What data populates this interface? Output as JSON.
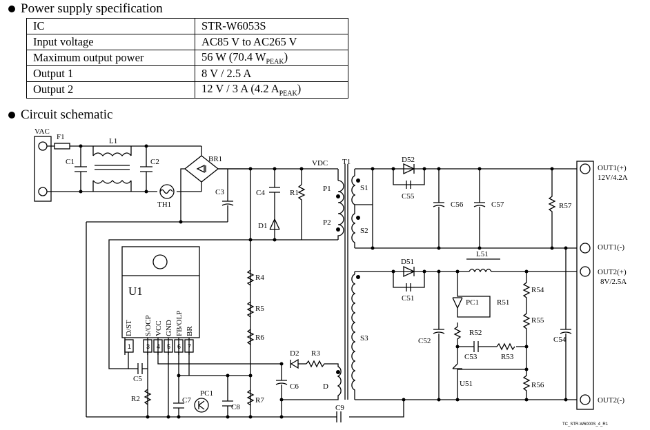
{
  "section_spec": "Power supply specification",
  "section_schematic": "Circuit schematic",
  "spec_rows": [
    {
      "key": "IC",
      "val": "STR-W6053S",
      "sub": ""
    },
    {
      "key": "Input voltage",
      "val": "AC85 V to AC265 V",
      "sub": ""
    },
    {
      "key": "Maximum output power",
      "val": "56 W (70.4 W",
      "sub": "PEAK",
      "tail": ")"
    },
    {
      "key": "Output 1",
      "val": "8 V / 2.5 A",
      "sub": ""
    },
    {
      "key": "Output 2",
      "val": "12 V / 3 A (4.2 A",
      "sub": "PEAK",
      "tail": ")"
    }
  ],
  "labels": {
    "vac": "VAC",
    "f1": "F1",
    "l1": "L1",
    "c1": "C1",
    "c2": "C2",
    "br1": "BR1",
    "th1": "TH1",
    "c3": "C3",
    "vdc": "VDC",
    "t1": "T1",
    "c4": "C4",
    "r1": "R1",
    "d1": "D1",
    "p1": "P1",
    "p2": "P2",
    "s1": "S1",
    "s2": "S2",
    "s3": "S3",
    "d52": "D52",
    "c55": "C55",
    "c56": "C56",
    "c57": "C57",
    "r57": "R57",
    "d51": "D51",
    "c51": "C51",
    "l51": "L51",
    "c52": "C52",
    "pc1": "PC1",
    "r51": "R51",
    "r52": "R52",
    "c53": "C53",
    "r53": "R53",
    "r54": "R54",
    "r55": "R55",
    "c54": "C54",
    "u51": "U51",
    "r56": "R56",
    "u1": "U1",
    "r4": "R4",
    "r5": "R5",
    "r6": "R6",
    "r7": "R7",
    "d2": "D2",
    "r3": "R3",
    "c6": "C6",
    "d": "D",
    "c5": "C5",
    "r2": "R2",
    "c7": "C7",
    "pc1b": "PC1",
    "c8": "C8",
    "c9": "C9",
    "out1p": "OUT1(+)",
    "out1v": "12V/4.2A",
    "out1m": "OUT1(-)",
    "out2p": "OUT2(+)",
    "out2v": "8V/2.5A",
    "out2m": "OUT2(-)",
    "footer": "TC_STR-W6000S_4_R1"
  },
  "pins": [
    {
      "num": "1",
      "name": "D/ST"
    },
    {
      "num": "3",
      "name": "S/OCP"
    },
    {
      "num": "4",
      "name": "VCC"
    },
    {
      "num": "5",
      "name": "GND"
    },
    {
      "num": "6",
      "name": "FB/OLP"
    },
    {
      "num": "7",
      "name": "BR"
    }
  ]
}
